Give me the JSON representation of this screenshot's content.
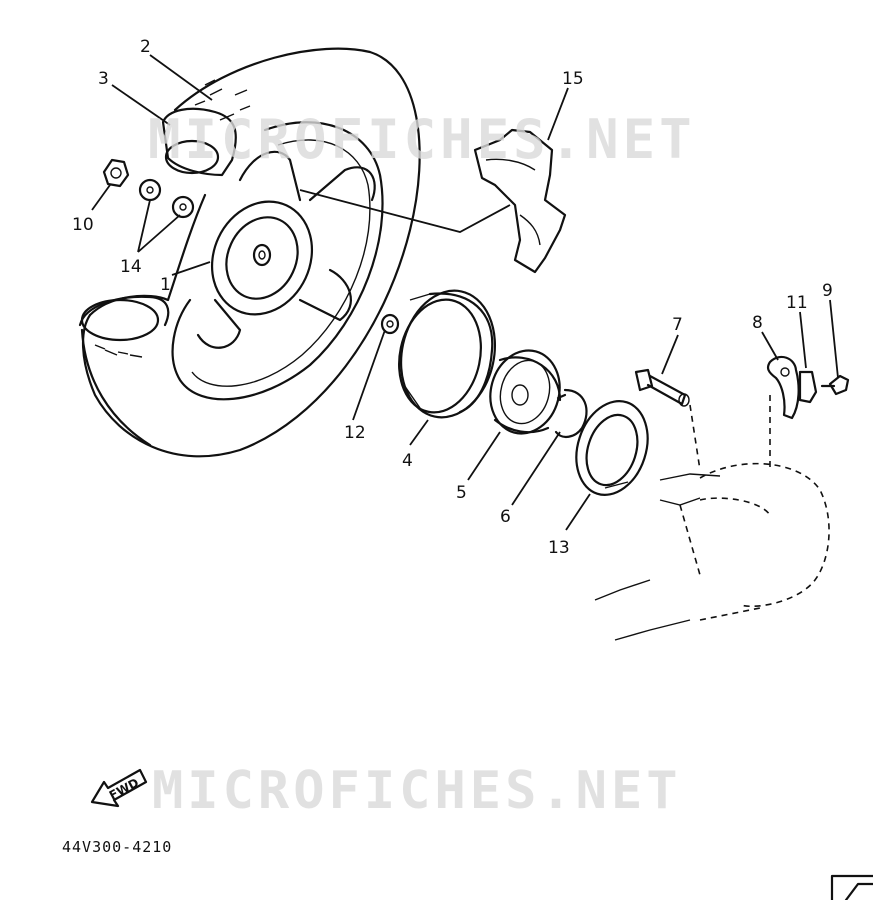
{
  "watermark_text": "MICROFICHES.NET",
  "drawing_number": "44V300-4210",
  "direction_label": "FWD",
  "callouts": [
    {
      "id": "1",
      "label": "1"
    },
    {
      "id": "2",
      "label": "2"
    },
    {
      "id": "3",
      "label": "3"
    },
    {
      "id": "4",
      "label": "4"
    },
    {
      "id": "5",
      "label": "5"
    },
    {
      "id": "6",
      "label": "6"
    },
    {
      "id": "7",
      "label": "7"
    },
    {
      "id": "8",
      "label": "8"
    },
    {
      "id": "9",
      "label": "9"
    },
    {
      "id": "10",
      "label": "10"
    },
    {
      "id": "11",
      "label": "11"
    },
    {
      "id": "12",
      "label": "12"
    },
    {
      "id": "13",
      "label": "13"
    },
    {
      "id": "14",
      "label": "14"
    },
    {
      "id": "15",
      "label": "15"
    }
  ],
  "colors": {
    "line": "#111111",
    "watermark": "#d9d9d9",
    "background": "#ffffff"
  }
}
